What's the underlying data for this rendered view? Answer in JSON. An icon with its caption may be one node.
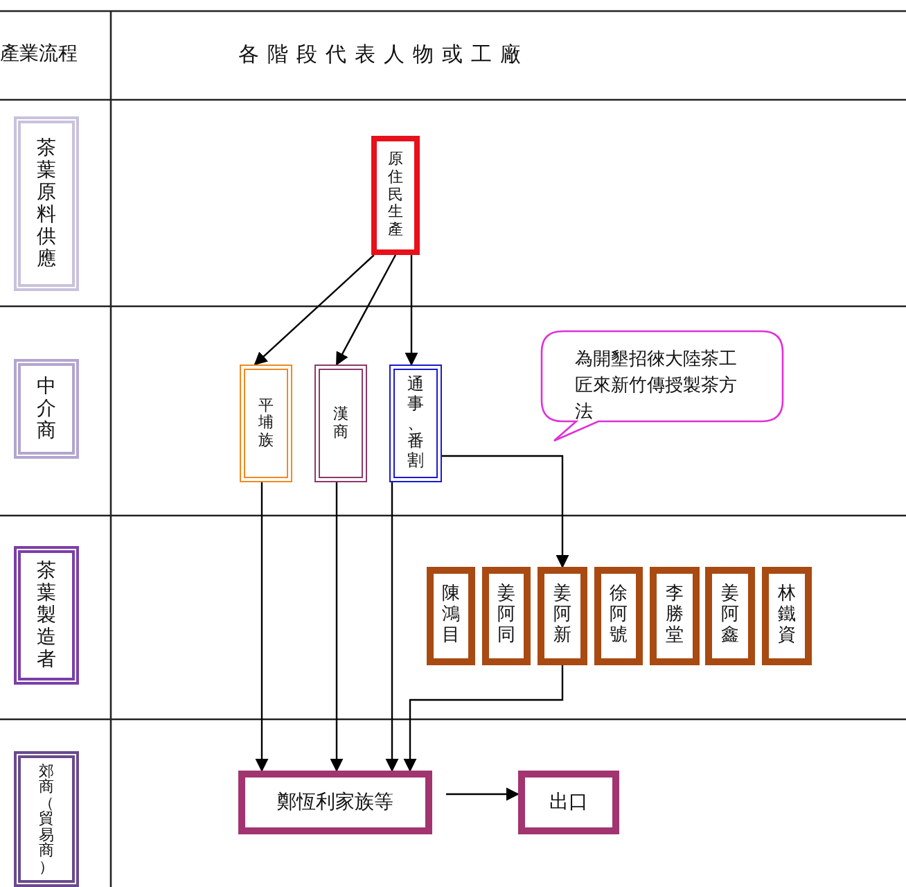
{
  "diagram": {
    "nodes": [
      {
        "text": [
          "茶葉原料供應"
        ]
      },
      {
        "text": [
          "原住民生產"
        ]
      },
      {
        "text": [
          "中介商"
        ]
      },
      {
        "text": [
          "平埔族"
        ]
      },
      {
        "text": [
          "漢商"
        ]
      },
      {
        "text": [
          "通事、番割"
        ]
      },
      {
        "text": [
          "為開墾招徠大陸茶工匠來新竹傳授製茶方法"
        ]
      },
      {
        "text": [
          "茶葉製造者"
        ]
      },
      {
        "text": [
          "陳鴻目"
        ]
      },
      {
        "text": [
          "姜阿同"
        ]
      },
      {
        "text": [
          "姜阿新"
        ]
      },
      {
        "text": [
          "徐阿號"
        ]
      },
      {
        "text": [
          "李勝堂"
        ]
      },
      {
        "text": [
          "姜阿鑫"
        ]
      },
      {
        "text": [
          "林鐵資"
        ]
      },
      {
        "text": [
          "郊商（貿易商）"
        ]
      },
      {
        "text": [
          "鄭恆利家族等"
        ]
      },
      {
        "text": [
          "出口"
        ]
      }
    ],
    "edges": [
      {
        "from": 1,
        "to": 3,
        "arrow": "to"
      },
      {
        "from": 1,
        "to": 4,
        "arrow": "to"
      },
      {
        "from": 1,
        "to": 5,
        "arrow": "to"
      },
      {
        "from": 3,
        "to": 16,
        "arrow": "to"
      },
      {
        "from": 4,
        "to": 16,
        "arrow": "to"
      },
      {
        "from": 5,
        "to": 16,
        "arrow": "to"
      },
      {
        "from": 5,
        "to": 10,
        "arrow": "to"
      },
      {
        "from": 10,
        "to": 16,
        "arrow": "to"
      },
      {
        "from": 16,
        "to": 17,
        "arrow": "to"
      }
    ],
    "labels": [
      "產業流程",
      "各階段代表人物或工廠"
    ]
  }
}
